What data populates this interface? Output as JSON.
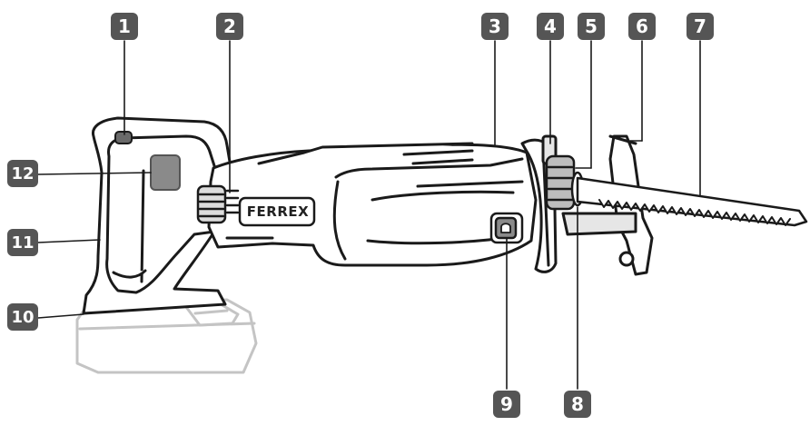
{
  "brand_logo": "FERREX",
  "callouts": [
    {
      "id": "1",
      "icon": "badge"
    },
    {
      "id": "2",
      "icon": "badge"
    },
    {
      "id": "3",
      "icon": "badge"
    },
    {
      "id": "4",
      "icon": "badge"
    },
    {
      "id": "5",
      "icon": "badge"
    },
    {
      "id": "6",
      "icon": "badge"
    },
    {
      "id": "7",
      "icon": "badge"
    },
    {
      "id": "8",
      "icon": "badge"
    },
    {
      "id": "9",
      "icon": "badge"
    },
    {
      "id": "10",
      "icon": "badge"
    },
    {
      "id": "11",
      "icon": "badge"
    },
    {
      "id": "12",
      "icon": "badge"
    }
  ],
  "colors": {
    "badge": "#555555",
    "outline": "#1a1a1a",
    "body_fill": "#ffffff",
    "battery_outline": "#bdbdbd"
  }
}
